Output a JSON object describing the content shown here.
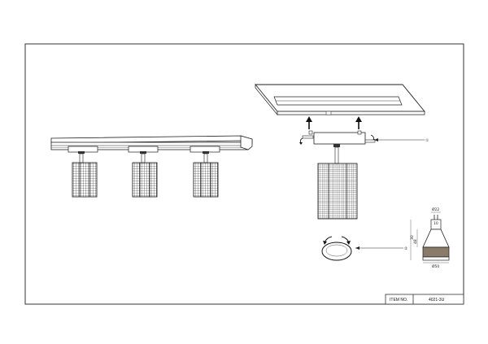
{
  "title_block": {
    "item_label": "ITEM NO.",
    "item_value": "4021-3U"
  },
  "callouts": {
    "bracket": "①",
    "bulb": "②"
  },
  "dimensions": {
    "top_diameter": "Ø22",
    "inner": "10",
    "side": "30",
    "height": "48",
    "base_diameter": "Ø50"
  }
}
